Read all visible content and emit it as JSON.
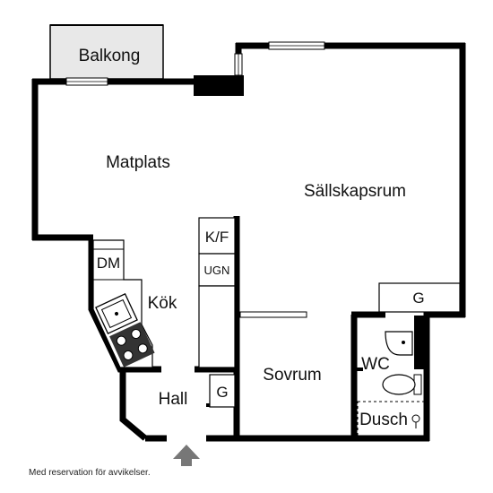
{
  "rooms": {
    "balcony": "Balkong",
    "dining": "Matplats",
    "living": "Sällskapsrum",
    "kitchen": "Kök",
    "bedroom": "Sovrum",
    "hall": "Hall",
    "wc": "WC",
    "shower": "Dusch"
  },
  "fixtures": {
    "fridge_freezer": "K/F",
    "oven": "UGN",
    "dishwasher": "DM",
    "wardrobe_living": "G",
    "wardrobe_hall": "G"
  },
  "note": "Med reservation för avvikelser.",
  "colors": {
    "wall": "#000000",
    "balcony_fill": "#e8e8e8",
    "background": "#ffffff"
  }
}
